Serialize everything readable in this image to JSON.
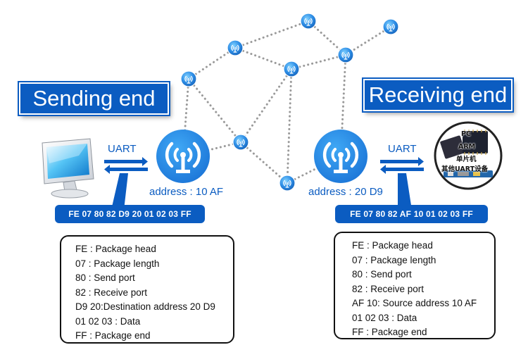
{
  "sender": {
    "title": "Sending end",
    "uart_label": "UART",
    "address_label": "address : 10 AF",
    "packet": "FE 07 80 82 D9 20 01 02 03 FF",
    "legend": [
      "FE : Package head",
      "07 : Package length",
      "80 : Send port",
      "82 : Receive port",
      "D9 20:Destination address 20 D9",
      "01 02 03 : Data",
      "FF : Package end"
    ]
  },
  "receiver": {
    "title": "Receiving end",
    "uart_label": "UART",
    "address_label": "address : 20 D9",
    "packet": "FE 07 80 82 AF 10 01 02 03 FF",
    "legend": [
      "FE : Package head",
      "07 : Package length",
      "80 : Send port",
      "82 : Receive port",
      "AF 10: Source address 10 AF",
      "01 02 03 : Data",
      "FF : Package end"
    ],
    "device_labels": {
      "pc": "PC",
      "arm": "ARM",
      "mcu": "单片机",
      "other": "其他UART设备"
    }
  },
  "colors": {
    "primary_blue": "#0b5cc1",
    "node_blue": "#2e8ee6",
    "link_gray": "#9a9a9a"
  },
  "icons": [
    "computer-monitor-icon",
    "wireless-node-icon",
    "device-chips-icon",
    "bidirectional-arrow-icon"
  ]
}
